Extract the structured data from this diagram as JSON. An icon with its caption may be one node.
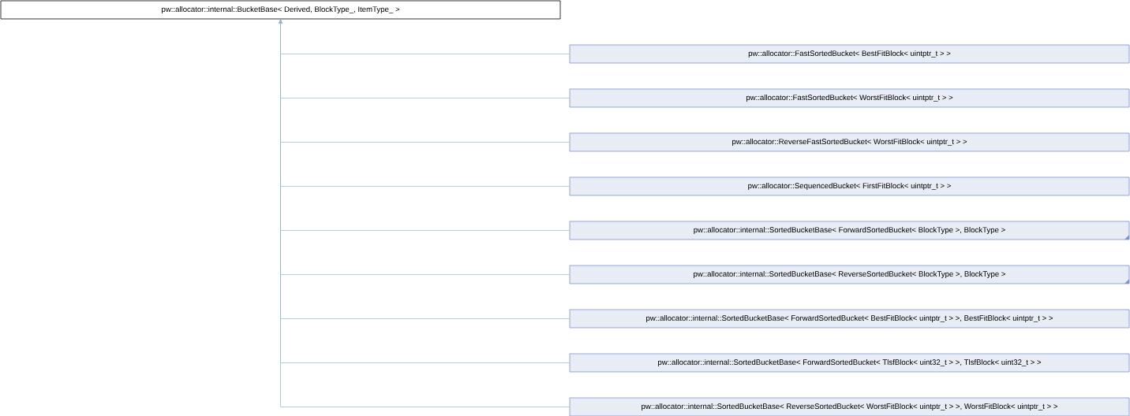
{
  "diagram": {
    "nodes": [
      {
        "text": [
          "pw::allocator::internal::BucketBase< Derived, BlockType_, ItemType_ >"
        ]
      },
      {
        "text": [
          "pw::allocator::FastSortedBucket< BestFitBlock< uintptr_t > >"
        ]
      },
      {
        "text": [
          "pw::allocator::FastSortedBucket< WorstFitBlock< uintptr_t > >"
        ]
      },
      {
        "text": [
          "pw::allocator::ReverseFastSortedBucket< WorstFitBlock< uintptr_t > >"
        ]
      },
      {
        "text": [
          "pw::allocator::SequencedBucket< FirstFitBlock< uintptr_t > >"
        ]
      },
      {
        "text": [
          "pw::allocator::internal::SortedBucketBase< ForwardSortedBucket< BlockType >, BlockType >"
        ]
      },
      {
        "text": [
          "pw::allocator::internal::SortedBucketBase< ReverseSortedBucket< BlockType >, BlockType >"
        ]
      },
      {
        "text": [
          "pw::allocator::internal::SortedBucketBase< ForwardSortedBucket< BestFitBlock< uintptr_t > >, BestFitBlock< uintptr_t > >"
        ]
      },
      {
        "text": [
          "pw::allocator::internal::SortedBucketBase< ForwardSortedBucket< TlsfBlock< uint32_t > >, TlsfBlock< uint32_t > >"
        ]
      },
      {
        "text": [
          "pw::allocator::internal::SortedBucketBase< ReverseSortedBucket< WorstFitBlock< uintptr_t > >, WorstFitBlock< uintptr_t > >"
        ]
      }
    ],
    "edges": [
      {
        "from": 1,
        "to": 0,
        "arrow": "to"
      },
      {
        "from": 2,
        "to": 0,
        "arrow": "to"
      },
      {
        "from": 3,
        "to": 0,
        "arrow": "to"
      },
      {
        "from": 4,
        "to": 0,
        "arrow": "to"
      },
      {
        "from": 5,
        "to": 0,
        "arrow": "to"
      },
      {
        "from": 6,
        "to": 0,
        "arrow": "to"
      },
      {
        "from": 7,
        "to": 0,
        "arrow": "to"
      },
      {
        "from": 8,
        "to": 0,
        "arrow": "to"
      },
      {
        "from": 9,
        "to": 0,
        "arrow": "to"
      }
    ]
  }
}
